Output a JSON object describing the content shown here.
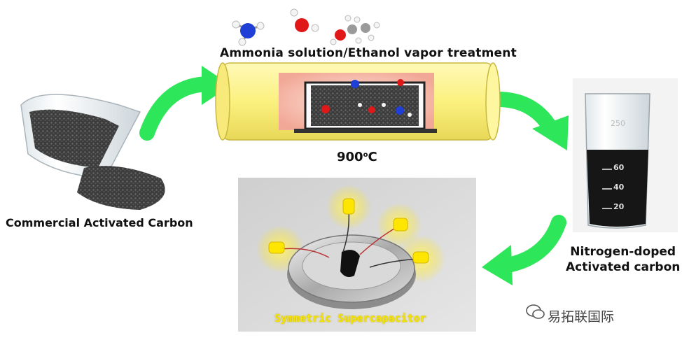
{
  "labels": {
    "treatment": "Ammonia solution/Ethanol vapor treatment",
    "temperature": "900",
    "temperature_unit": "C",
    "commercial": "Commercial Activated Carbon",
    "ndoped_line1": "Nitrogen-doped",
    "ndoped_line2": "Activated carbon",
    "supercap": "Symmetric Supercapacitor",
    "watermark": "易拓联国际"
  },
  "beaker_ticks": [
    "60",
    "40",
    "20"
  ],
  "beaker_top_text": "250",
  "colors": {
    "arrow": "#2ee65a",
    "tube": "#fbf17f",
    "tube_inner": "#f6c3b8",
    "carbon": "#5a5a5a",
    "led": "#ffe600",
    "supercap_text": "#f6e400"
  }
}
